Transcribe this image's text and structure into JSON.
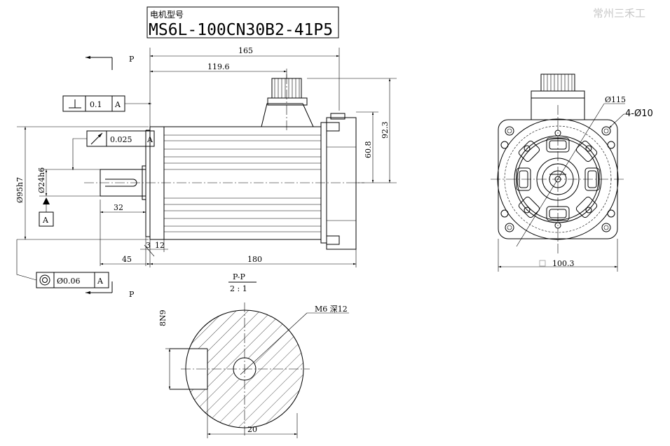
{
  "watermark": "常州三禾工",
  "model": {
    "label": "电机型号",
    "name": "MS6L-100CN30B2-41P5"
  },
  "section_mark": "P",
  "datum": "A",
  "tolerances": {
    "perpendicularity": "0.1",
    "runout": "0.025",
    "concentricity": "Ø0.06"
  },
  "dimensions": {
    "d165": "165",
    "d119_6": "119.6",
    "d92_3": "92.3",
    "d60_8": "60.8",
    "d95h7": "Ø95h7",
    "d24h6": "Ø24h6",
    "d32": "32",
    "d45": "45",
    "d3": "3",
    "d12": "12",
    "d180": "180",
    "d115": "Ø115",
    "d4_10": "4-Ø10",
    "d100_3": "100.3",
    "d8n9": "8N9",
    "d20": "20"
  },
  "section": {
    "title": "P-P",
    "scale": "2 : 1",
    "thread": "M6 深12"
  }
}
